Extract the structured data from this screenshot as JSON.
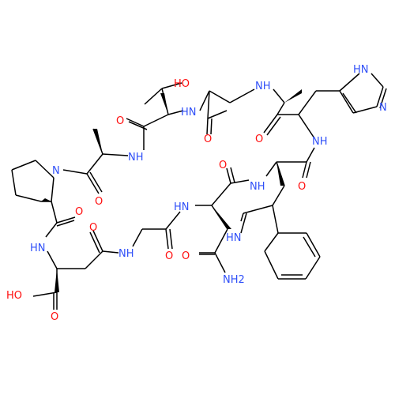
{
  "colors": {
    "bond": "#000000",
    "oxygen": "#ff0d0d",
    "nitrogen": "#3050f8",
    "background": "#ffffff"
  },
  "atom_labels": {
    "oh_thr": "HO",
    "o_thr_co": "O",
    "nh_thr": "HN",
    "o_gly1": "O",
    "nh_gly1": "NH",
    "o_his_co": "O",
    "nh_his": "NH",
    "n_his_ring_h": "HN",
    "n_his_ring": "N",
    "nh_ala": "NH",
    "n_pro": "N",
    "o_ala": "O",
    "o_pro": "O",
    "nh_asp": "HN",
    "o_asp_side": "O",
    "nh_gly2": "NH",
    "o_gly2": "O",
    "nh_gly2b": "HN",
    "o_asn_co": "O",
    "nh_asn": "NH",
    "o_trp": "O",
    "hn_indole": "HN",
    "o_asn_amide": "O",
    "nh2_asn": "NH2",
    "oh_acid": "HO",
    "o_acid": "O"
  }
}
